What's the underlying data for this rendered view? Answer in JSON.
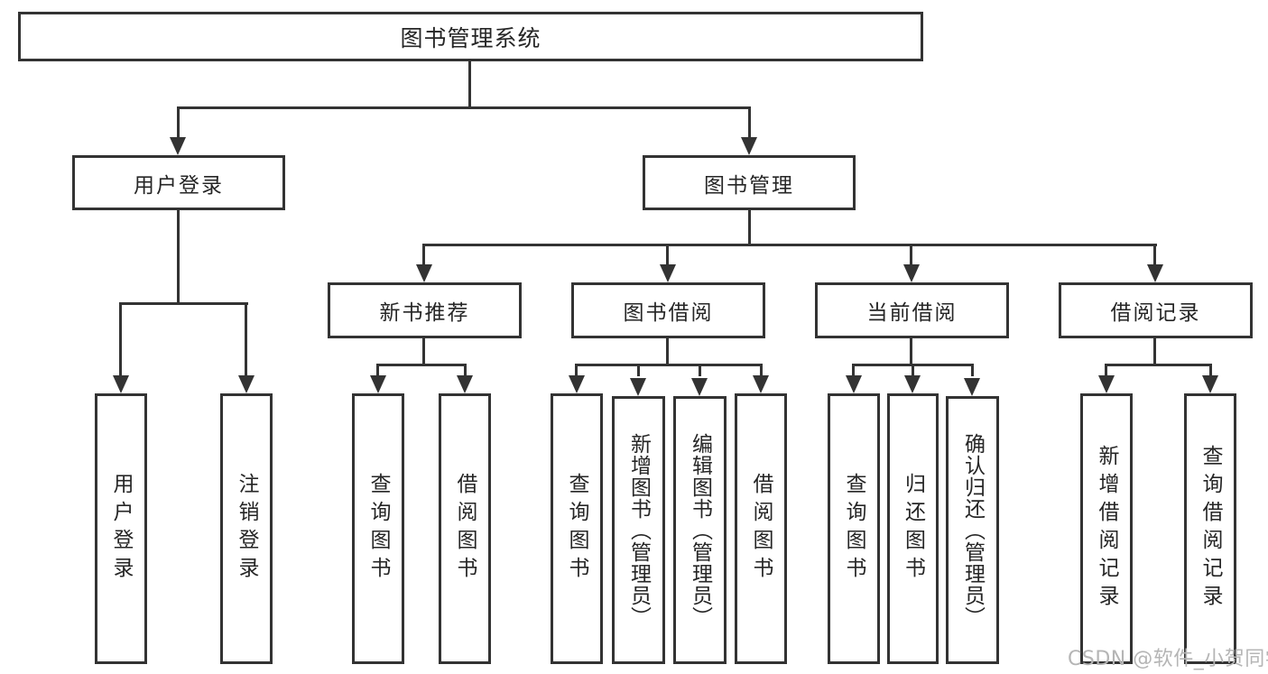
{
  "tree": {
    "root": "图书管理系统",
    "level2": [
      {
        "label": "用户登录",
        "leaves": [
          "用户登录",
          "注销登录"
        ]
      },
      {
        "label": "图书管理",
        "level3": [
          {
            "label": "新书推荐",
            "leaves": [
              "查询图书",
              "借阅图书"
            ]
          },
          {
            "label": "图书借阅",
            "leaves": [
              "查询图书",
              "新增图书（管理员）",
              "编辑图书（管理员）",
              "借阅图书"
            ]
          },
          {
            "label": "当前借阅",
            "leaves": [
              "查询图书",
              "归还图书",
              "确认归还（管理员）"
            ]
          },
          {
            "label": "借阅记录",
            "leaves": [
              "新增借阅记录",
              "查询借阅记录"
            ]
          }
        ]
      }
    ]
  },
  "watermark": "CSDN @软件_小贺同学",
  "colors": {
    "line": "#333333",
    "text": "#262626",
    "watermark": "#b5b5b5",
    "background": "#ffffff"
  }
}
